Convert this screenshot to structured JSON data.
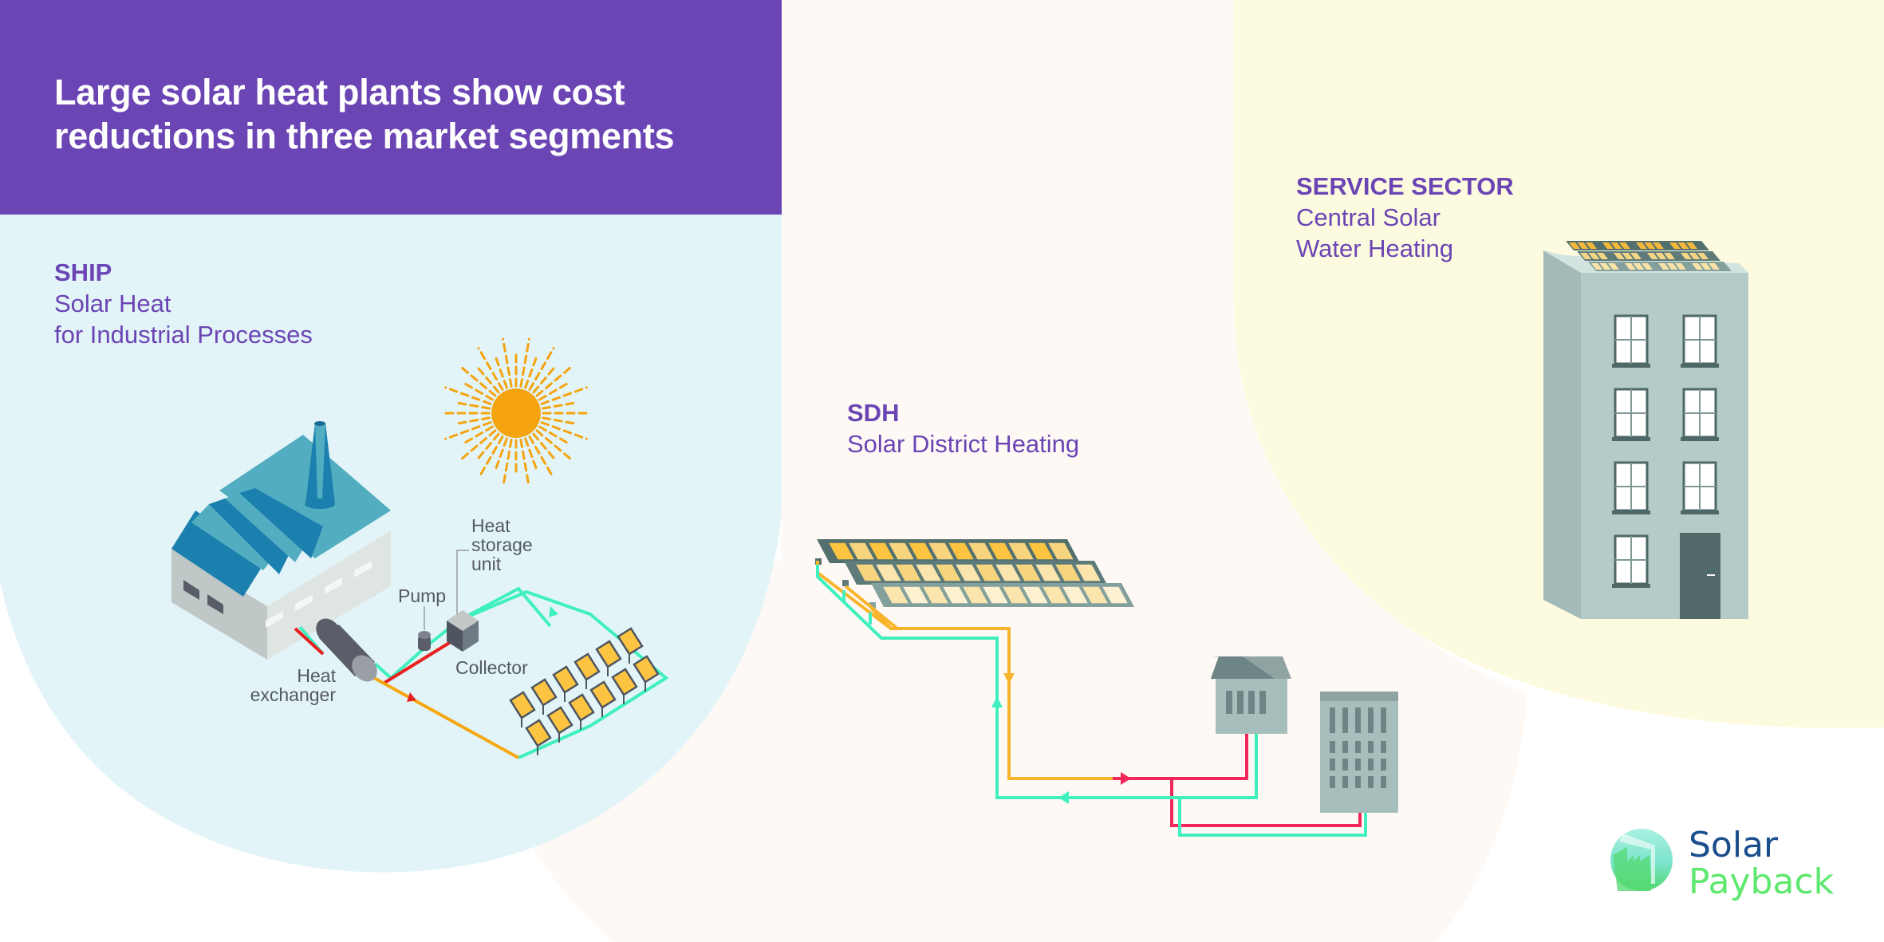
{
  "header": {
    "title_line1": "Large solar heat plants show cost",
    "title_line2": "reductions in three market segments"
  },
  "segments": {
    "ship": {
      "abbr": "SHIP",
      "line1": "Solar Heat",
      "line2": "for Industrial Processes"
    },
    "sdh": {
      "abbr": "SDH",
      "line1": "Solar District Heating"
    },
    "service": {
      "abbr": "SERVICE SECTOR",
      "line1": "Central Solar",
      "line2": "Water Heating"
    }
  },
  "ship_diagram_labels": {
    "heat_storage_line1": "Heat",
    "heat_storage_line2": "storage",
    "heat_storage_line3": "unit",
    "pump": "Pump",
    "collector": "Collector",
    "heat_exchanger_line1": "Heat",
    "heat_exchanger_line2": "exchanger"
  },
  "logo": {
    "word1": "Solar",
    "word2": "Payback"
  },
  "colors": {
    "brand_purple": "#6B45B4",
    "ship_bg": "#E2F4F8",
    "sdh_bg": "#FEF9F5",
    "service_bg": "#FDFBDF",
    "sun": "#F5A30F",
    "hot_pipe": "#F0285A",
    "cold_pipe": "#3FF0BE",
    "solar_pipe": "#F8B52C",
    "logo_blue": "#1A4E8C",
    "logo_green": "#5EE86E"
  }
}
